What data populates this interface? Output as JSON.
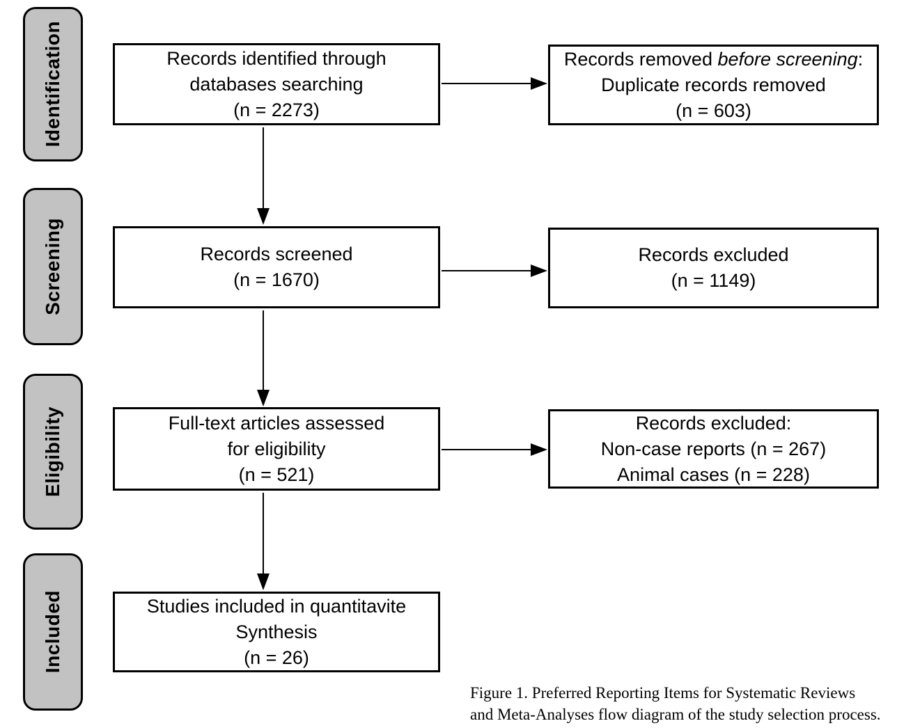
{
  "colors": {
    "background": "#ffffff",
    "box_fill": "#ffffff",
    "box_border": "#000000",
    "stage_fill": "#c2c2c2",
    "text": "#000000"
  },
  "stages": [
    {
      "label": "Identification"
    },
    {
      "label": "Screening"
    },
    {
      "label": "Eligibility"
    },
    {
      "label": "Included"
    }
  ],
  "boxes": {
    "records_identified": {
      "lines": [
        "Records identified through",
        "databases searching",
        "(n = 2273)"
      ]
    },
    "records_removed": {
      "line1_prefix": "Records removed ",
      "line1_italic": "before screening",
      "line1_suffix": ":",
      "line2": "Duplicate records removed",
      "line3": "(n = 603)"
    },
    "records_screened": {
      "lines": [
        "Records screened",
        "(n = 1670)"
      ]
    },
    "records_excluded": {
      "lines": [
        "Records excluded",
        "(n = 1149)"
      ]
    },
    "fulltext_assessed": {
      "lines": [
        "Full-text articles assessed",
        "for eligibility",
        "(n = 521)"
      ]
    },
    "records_excluded_reasons": {
      "lines": [
        "Records excluded:",
        "Non-case reports (n = 267)",
        "Animal cases (n = 228)"
      ]
    },
    "studies_included": {
      "lines": [
        "Studies included in quantitavite",
        "Synthesis",
        "(n = 26)"
      ]
    }
  },
  "caption": {
    "lines": [
      "Figure 1. Preferred Reporting Items for Systematic Reviews",
      "and Meta-Analyses flow diagram of the study selection process."
    ]
  }
}
